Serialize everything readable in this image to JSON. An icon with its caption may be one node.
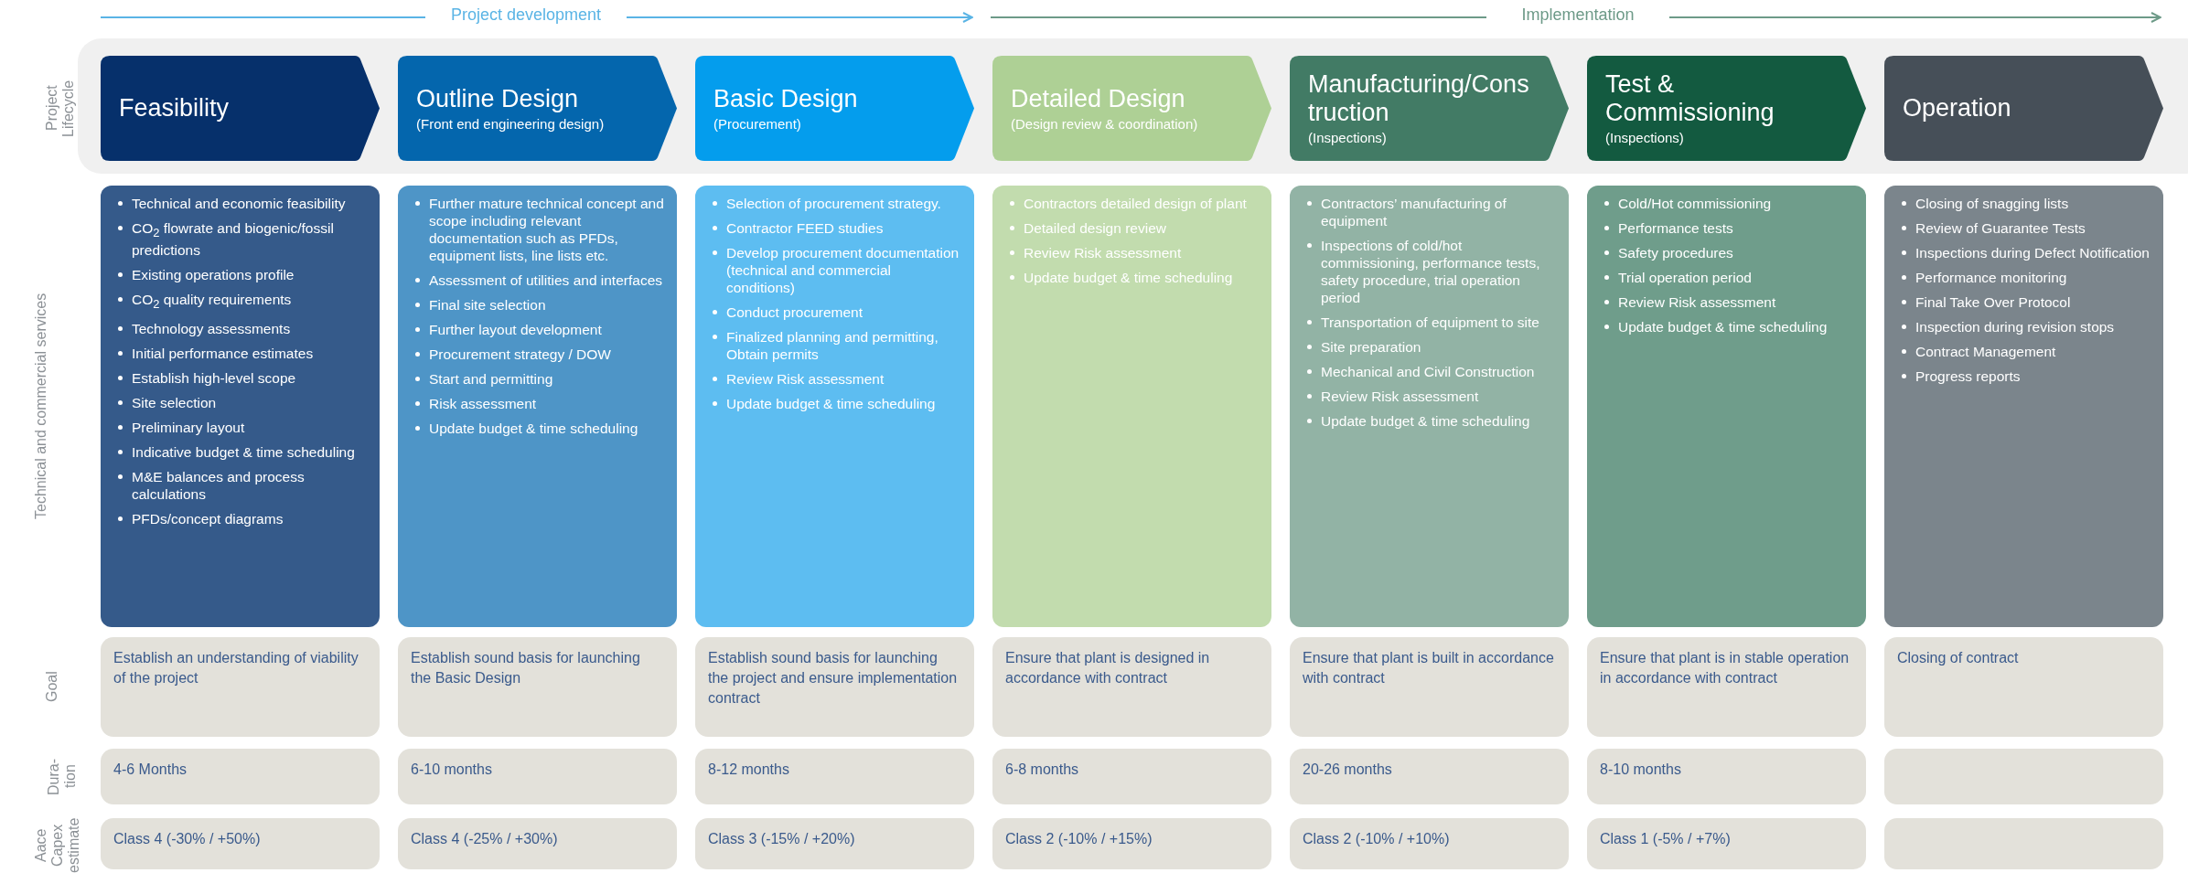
{
  "diagram": {
    "nodes": [
      {
        "text": [
          "Feasibility"
        ]
      },
      {
        "text": [
          "Outline Design",
          "(Front end engineering design)"
        ]
      },
      {
        "text": [
          "Basic Design",
          "(Procurement)"
        ]
      },
      {
        "text": [
          "Detailed Design",
          "(Design review & coordination)"
        ]
      },
      {
        "text": [
          "Manufacturing/Construction",
          "(Inspections)"
        ]
      },
      {
        "text": [
          "Test & Commissioning",
          "(Inspections)"
        ]
      },
      {
        "text": [
          "Operation"
        ]
      },
      {
        "text": [
          "Technical and economic feasibility",
          "CO$_{2}$ flowrate and biogenic/fossil predictions",
          "Existing operations profile",
          "CO$_{2}$ quality requirements",
          "Technology assessments",
          "Initial performance estimates",
          "Establish high-level scope",
          "Site selection",
          "Preliminary layout",
          "Indicative budget & time scheduling",
          "M&E balances and process calculations",
          "PFDs/concept diagrams"
        ]
      },
      {
        "text": [
          "Further mature technical concept and scope including relevant documentation such as PFDs, equipment lists, line lists etc.",
          "Assessment of utilities and interfaces",
          "Final site selection",
          "Further layout development",
          "Procurement strategy / DOW",
          "Start and permitting",
          "Risk assessment",
          "Update budget & time scheduling"
        ]
      },
      {
        "text": [
          "Selection of procurement strategy.",
          "Contractor FEED studies",
          "Develop procurement documentation (technical and commercial conditions)",
          "Conduct procurement",
          "Finalized planning and permitting, Obtain permits",
          "Review Risk assessment",
          "Update budget & time scheduling"
        ]
      },
      {
        "text": [
          "Contractors detailed design of plant",
          "Detailed design review",
          "Review Risk assessment",
          "Update budget & time scheduling"
        ]
      },
      {
        "text": [
          "Contractors’ manufacturing of equipment",
          "Inspections of cold/hot commissioning, performance tests, safety procedure, trial operation period",
          "Transportation of equipment to site",
          "Site preparation",
          "Mechanical and Civil Construction",
          "Review Risk assessment",
          "Update budget & time scheduling"
        ]
      },
      {
        "text": [
          "Cold/Hot commissioning",
          "Performance tests",
          "Safety procedures",
          "Trial operation period",
          "Review Risk assessment",
          "Update budget & time scheduling"
        ]
      },
      {
        "text": [
          "Closing of snagging lists",
          "Review of Guarantee Tests",
          "Inspections during Defect Notification",
          "Performance monitoring",
          "Final Take Over Protocol",
          "Inspection during revision stops",
          "Contract Management",
          "Progress reports"
        ]
      },
      {
        "text": [
          "Establish an understanding of viability of the project"
        ]
      },
      {
        "text": [
          "Establish sound basis for launching the Basic Design"
        ]
      },
      {
        "text": [
          "Establish sound basis for launching the project and ensure implementation contract"
        ]
      },
      {
        "text": [
          "Ensure that plant is designed in accordance with contract"
        ]
      },
      {
        "text": [
          "Ensure that plant is built in accordance with contract"
        ]
      },
      {
        "text": [
          "Ensure that plant is in stable operation in accordance with contract"
        ]
      },
      {
        "text": [
          "Closing of contract"
        ]
      },
      {
        "text": [
          "4-6 Months"
        ]
      },
      {
        "text": [
          "6-10 months"
        ]
      },
      {
        "text": [
          "8-12 months"
        ]
      },
      {
        "text": [
          "6-8 months"
        ]
      },
      {
        "text": [
          "20-26 months"
        ]
      },
      {
        "text": [
          "8-10 months"
        ]
      },
      {
        "text": [],
        "shape": "box"
      },
      {
        "text": [
          "Class 4 (-30% / +50%)"
        ]
      },
      {
        "text": [
          "Class 4 (-25% / +30%)"
        ]
      },
      {
        "text": [
          "Class 3 (-15% / +20%)"
        ]
      },
      {
        "text": [
          "Class 2 (-10% / +15%)"
        ]
      },
      {
        "text": [
          "Class 2 (-10% / +10%)"
        ]
      },
      {
        "text": [
          "Class 1 (-5% / +7%)"
        ]
      },
      {
        "text": [],
        "shape": "box"
      }
    ],
    "labels": [
      "Project development",
      "Implementation",
      "Project Lifecycle",
      "Technical and commercial services",
      "Goal",
      "Dura- tion",
      "Aace Capex estimate"
    ]
  }
}
